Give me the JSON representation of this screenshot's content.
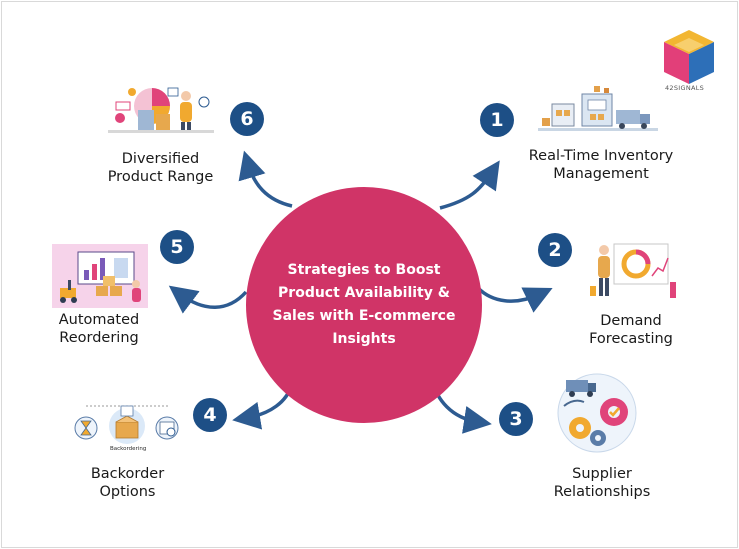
{
  "hub": {
    "title": "Strategies to Boost Product Availability & Sales with E-commerce Insights"
  },
  "brand": {
    "name": "42SIGNALS"
  },
  "strategies": [
    {
      "number": "1",
      "label_lines": [
        "Real-Time Inventory",
        "Management"
      ],
      "icon": "warehouse-trucks-icon"
    },
    {
      "number": "2",
      "label_lines": [
        "Demand",
        "Forecasting"
      ],
      "icon": "forecast-chart-icon"
    },
    {
      "number": "3",
      "label_lines": [
        "Supplier",
        "Relationships"
      ],
      "icon": "supply-gears-icon"
    },
    {
      "number": "4",
      "label_lines": [
        "Backorder",
        "Options"
      ],
      "icon": "backorder-icon",
      "tag": "Backordering"
    },
    {
      "number": "5",
      "label_lines": [
        "Automated",
        "Reordering"
      ],
      "icon": "auto-reorder-icon"
    },
    {
      "number": "6",
      "label_lines": [
        "Diversified",
        "Product Range"
      ],
      "icon": "product-range-icon"
    }
  ],
  "colors": {
    "hub": "#d03467",
    "badge": "#1d4f86",
    "arrow": "#2d5b91"
  }
}
